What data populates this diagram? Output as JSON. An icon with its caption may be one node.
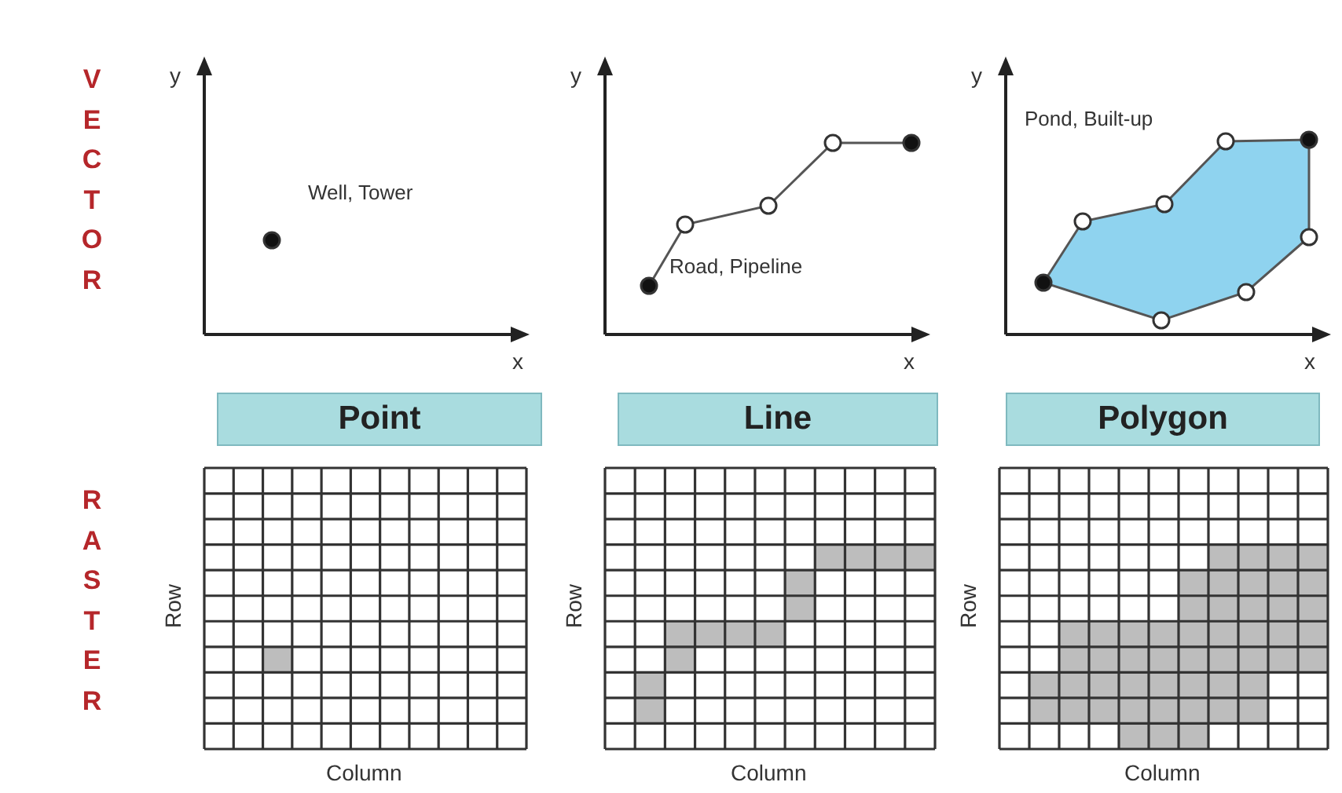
{
  "diagram": {
    "nodes": [
      {
        "text": [
          "Point"
        ]
      },
      {
        "text": [
          "Line"
        ]
      },
      {
        "text": [
          "Polygon"
        ]
      }
    ],
    "labels": [
      "VECTOR",
      "y",
      "Well, Tower",
      "x",
      "y",
      "Road, Pipeline",
      "x",
      "y",
      "Pond, Built-up",
      "x",
      "RASTER",
      "Row",
      "Column",
      "Row",
      "Column",
      "Row",
      "Column"
    ]
  }
}
